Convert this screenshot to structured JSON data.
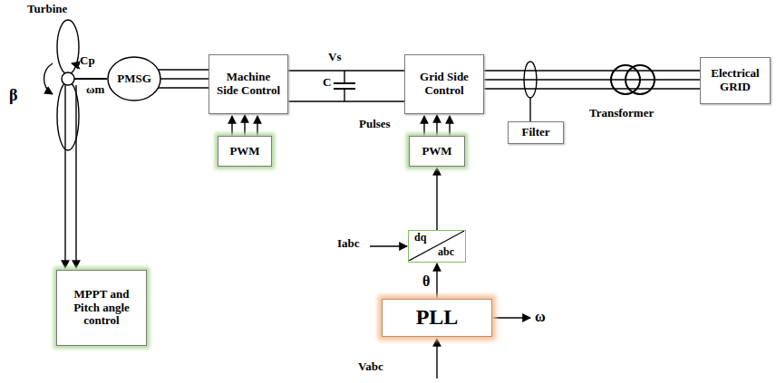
{
  "diagram": {
    "nodes": [
      {
        "text": [
          "PMSG"
        ]
      },
      {
        "text": [
          "Machine Side Control"
        ]
      },
      {
        "text": [
          "Grid Side Control"
        ]
      },
      {
        "text": [
          "Electrical GRID"
        ]
      },
      {
        "text": [
          "PWM"
        ]
      },
      {
        "text": [
          "PWM"
        ]
      },
      {
        "text": [
          "Filter"
        ]
      },
      {
        "text": [
          "MPPT and Pitch angle control"
        ]
      },
      {
        "text": [
          "dq",
          "abc"
        ]
      },
      {
        "text": [
          "PLL"
        ]
      }
    ],
    "edges": [
      {
        "from": 0,
        "to": 1,
        "arrow": "none"
      },
      {
        "from": 1,
        "to": 2,
        "arrow": "none"
      },
      {
        "from": 4,
        "to": 1,
        "arrow": "to"
      },
      {
        "from": 5,
        "to": 2,
        "arrow": "to"
      },
      {
        "from": 2,
        "to": 3,
        "arrow": "none"
      },
      {
        "from": 8,
        "to": 5,
        "arrow": "to"
      },
      {
        "from": 9,
        "to": 8,
        "arrow": "to",
        "label": "θ"
      }
    ],
    "labels": [
      "Turbine",
      "Cp",
      "ωm",
      "β",
      "Vs",
      "C",
      "Pulses",
      "Transformer",
      "Iabc",
      "ω",
      "Vabc"
    ]
  }
}
